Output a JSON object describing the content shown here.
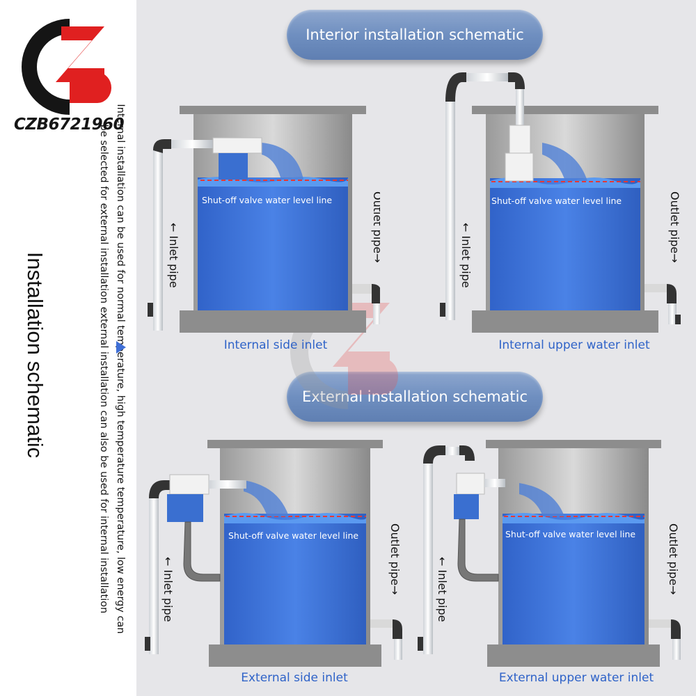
{
  "logo": {
    "text": "CZB6721960",
    "icon": "czb-logo-icon"
  },
  "side": {
    "title": "Installation schematic",
    "description": "Internal installation can be used for normal temperature, high temperature temperature, low energy can be selected for external installation external installation can also be used for internal installation"
  },
  "sections": {
    "interior_title": "Interior installation schematic",
    "exterior_title": "External installation schematic"
  },
  "diagrams": {
    "water_level_label": "Shut-off valve water level line",
    "inlet_label": "← Inlet pipe",
    "outlet_label": "Outlet pipe→",
    "captions": {
      "internal_side": "Internal side inlet",
      "internal_upper": "Internal upper water inlet",
      "external_side": "External side inlet",
      "external_upper": "External upper water inlet"
    }
  },
  "colors": {
    "water": "#3f73d8",
    "water_surface": "#4f8ef0",
    "level_line": "#e53935",
    "caption": "#2f63c8",
    "pill": "#7390c0",
    "logo_red": "#e02020"
  }
}
